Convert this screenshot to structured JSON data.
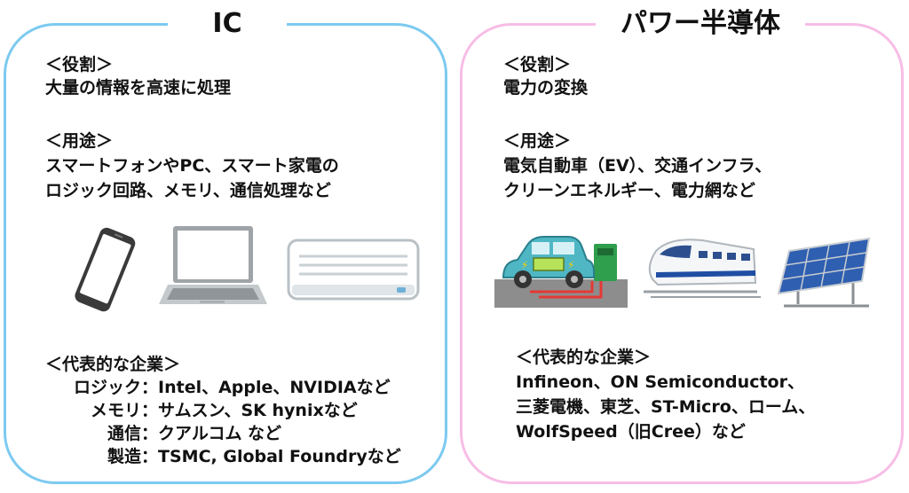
{
  "ic": {
    "title": "IC",
    "role_heading": "＜役割＞",
    "role_text": "大量の情報を高速に処理",
    "use_heading": "＜用途＞",
    "use_line1": "スマートフォンやPC、スマート家電の",
    "use_line2": "ロジック回路、メモリ、通信処理など",
    "companies_heading": "＜代表的な企業＞",
    "companies": [
      {
        "label": "ロジック",
        "value": "Intel、Apple、NVIDIAなど"
      },
      {
        "label": "メモリ",
        "value": "サムスン、SK hynixなど"
      },
      {
        "label": "通信",
        "value": "クアルコム など"
      },
      {
        "label": "製造",
        "value": "TSMC, Global Foundryなど"
      }
    ],
    "separator": "："
  },
  "power": {
    "title": "パワー半導体",
    "role_heading": "＜役割＞",
    "role_text": "電力の変換",
    "use_heading": "＜用途＞",
    "use_line1": "電気自動車（EV）、交通インフラ、",
    "use_line2": "クリーンエネルギー、電力網など",
    "companies_heading": "＜代表的な企業＞",
    "companies_line1": "Infineon、ON Semiconductor、",
    "companies_line2": "三菱電機、東芝、ST-Micro、ローム、",
    "companies_line3": "WolfSpeed（旧Cree）など"
  },
  "colors": {
    "ic_border": "#7ccaf0",
    "power_border": "#f7bde6"
  },
  "icons": [
    "smartphone-icon",
    "laptop-icon",
    "air-conditioner-icon",
    "electric-car-icon",
    "bullet-train-icon",
    "solar-panel-icon"
  ]
}
